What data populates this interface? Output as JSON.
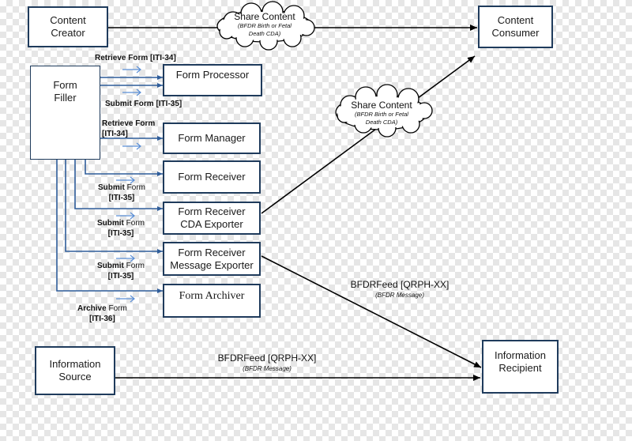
{
  "boxes": {
    "content_creator": [
      "Content",
      "Creator"
    ],
    "content_consumer": [
      "Content",
      "Consumer"
    ],
    "form_filler": [
      "Form",
      "Filler"
    ],
    "form_processor": [
      "Form Processor"
    ],
    "form_manager": [
      "Form Manager"
    ],
    "form_receiver": [
      "Form Receiver"
    ],
    "cda_exporter": [
      "Form Receiver",
      "CDA Exporter"
    ],
    "message_exporter": [
      "Form Receiver",
      "Message Exporter"
    ],
    "form_archiver": [
      "Form Archiver"
    ],
    "information_source": [
      "Information",
      "Source"
    ],
    "information_recipient": [
      "Information",
      "Recipient"
    ]
  },
  "clouds": {
    "top": {
      "title": "Share Content",
      "sub": [
        "(BFDR Birth or Fetal",
        "Death CDA)"
      ]
    },
    "middle": {
      "title": "Share Content",
      "sub": [
        "(BFDR Birth or Fetal",
        "Death CDA)"
      ]
    }
  },
  "transactions": {
    "retrieve1": "Retrieve Form [ITI-34]",
    "submit1": "Submit Form [ITI-35]",
    "retrieve2_a": "Retrieve Form",
    "retrieve2_b": "[ITI-34]",
    "submit2_a": "Submit",
    "submit2_b": "Form",
    "submit2_c": "[ITI-35]",
    "submit3_a": "Submit",
    "submit3_b": "Form",
    "submit3_c": "[ITI-35]",
    "submit4_a": "Submit",
    "submit4_b": "Form",
    "submit4_c": "[ITI-35]",
    "archive_a": "Archive",
    "archive_b": "Form",
    "archive_c": "[ITI-36]"
  },
  "feeds": {
    "upper": {
      "title": "BFDRFeed [QRPH-XX]",
      "sub": "(BFDR Message)"
    },
    "lower": {
      "title": "BFDRFeed [QRPH-XX]",
      "sub": "(BFDR Message)"
    }
  },
  "colors": {
    "box_border": "#1f3b5c",
    "small_arrow": "#5b8fd6",
    "line": "#000000",
    "connector": "#2f5d9a"
  }
}
